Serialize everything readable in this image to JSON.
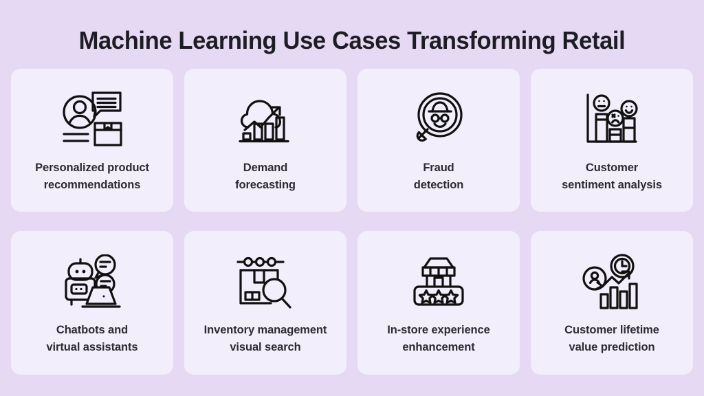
{
  "poster": {
    "title": "Machine Learning Use Cases Transforming Retail",
    "background_color": "#e6d9f3",
    "card_color": "#f2eefb",
    "text_color": "#2b2b33",
    "title_color": "#1d1d24",
    "icon_color": "#111111"
  },
  "cards": [
    {
      "id": "personalized-product-recommendations",
      "label": "Personalized product\nrecommendations",
      "icon_name": "user-chat-package-icon"
    },
    {
      "id": "demand-forecasting",
      "label": "Demand\nforecasting",
      "icon_name": "cloud-bar-chart-arrow-icon"
    },
    {
      "id": "fraud-detection",
      "label": "Fraud\ndetection",
      "icon_name": "magnifier-spy-icon"
    },
    {
      "id": "customer-sentiment-analysis",
      "label": "Customer\nsentiment analysis",
      "icon_name": "bar-chart-emoji-faces-icon"
    },
    {
      "id": "chatbots-and-virtual-assistants",
      "label": "Chatbots and\nvirtual assistants",
      "icon_name": "robot-chat-laptop-icon"
    },
    {
      "id": "inventory-management-visual-search",
      "label": "Inventory management\nvisual search",
      "icon_name": "package-magnifier-icon"
    },
    {
      "id": "in-store-experience-enhancement",
      "label": "In-store experience\nenhancement",
      "icon_name": "storefront-stars-icon"
    },
    {
      "id": "customer-lifetime-value-prediction",
      "label": "Customer lifetime\nvalue prediction",
      "icon_name": "user-clock-growth-chart-icon"
    }
  ]
}
